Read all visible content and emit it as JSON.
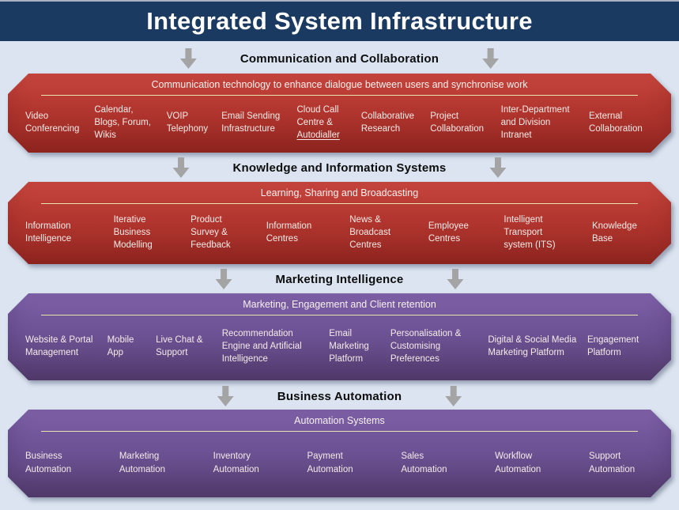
{
  "page": {
    "title": "Integrated System Infrastructure"
  },
  "colors": {
    "title_bar": "#1b3a61",
    "background": "#dbe4f0",
    "red_band_top": "#c5453d",
    "red_band_bottom": "#9a2a24",
    "purple_band_top": "#7d5fa6",
    "purple_band_bottom": "#5a4275",
    "divider_line": "#e9e3ae",
    "arrow": "#a4a4a4",
    "band_text": "#f4ebe9",
    "section_title_text": "#0d0d0d"
  },
  "sections": [
    {
      "title": "Communication and Collaboration",
      "subtitle": "Communication technology to enhance dialogue between users and synchronise work",
      "theme": "red",
      "underlined_word": "Autodialler",
      "items": [
        "Video Conferencing",
        "Calendar, Blogs, Forum, Wikis",
        "VOIP Telephony",
        "Email Sending Infrastructure",
        "Cloud Call Centre & Autodialler",
        "Collaborative Research",
        "Project Collaboration",
        "Inter-Department and Division Intranet",
        "External Collaboration"
      ]
    },
    {
      "title": "Knowledge and Information Systems",
      "subtitle": "Learning, Sharing and Broadcasting",
      "theme": "red",
      "items": [
        "Information Intelligence",
        "Iterative Business Modelling",
        "Product Survey & Feedback",
        "Information Centres",
        "News & Broadcast Centres",
        "Employee Centres",
        "Intelligent Transport system (ITS)",
        "Knowledge Base"
      ]
    },
    {
      "title": "Marketing Intelligence",
      "subtitle": "Marketing, Engagement and Client retention",
      "theme": "purple",
      "items": [
        "Website & Portal Management",
        "Mobile App",
        "Live Chat & Support",
        "Recommendation Engine and Artificial Intelligence",
        "Email Marketing Platform",
        "Personalisation & Customising Preferences",
        "Digital & Social Media Marketing Platform",
        "Engagement Platform"
      ]
    },
    {
      "title": "Business Automation",
      "subtitle": "Automation Systems",
      "theme": "purple",
      "items": [
        "Business Automation",
        "Marketing Automation",
        "Inventory Automation",
        "Payment Automation",
        "Sales Automation",
        "Workflow Automation",
        "Support Automation"
      ]
    }
  ]
}
